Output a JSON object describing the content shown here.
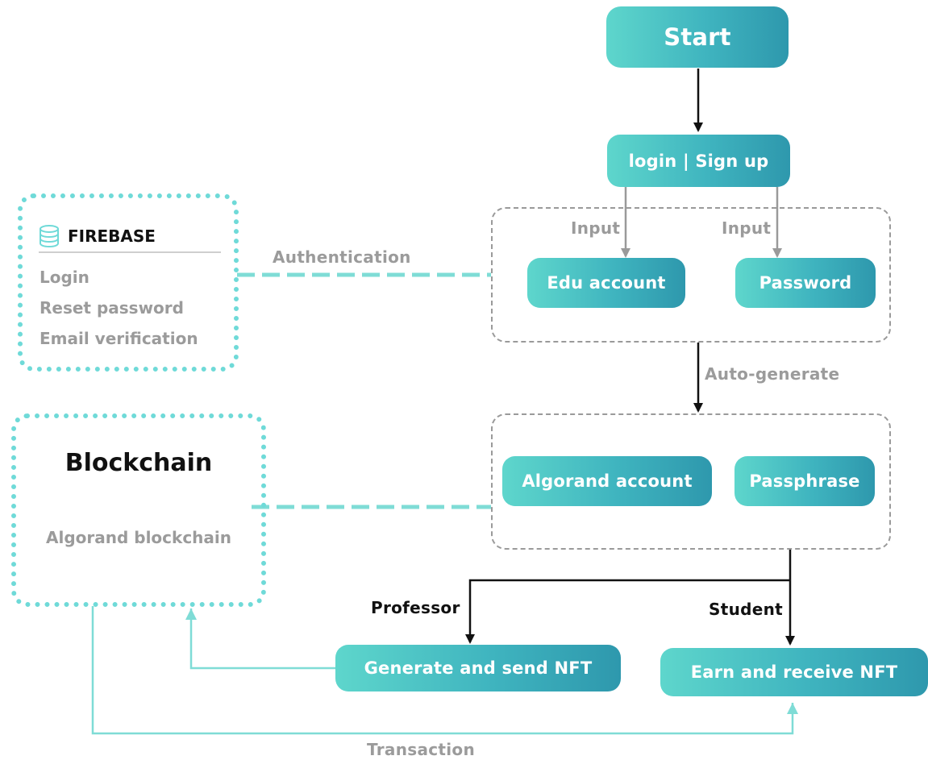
{
  "nodes": {
    "start": "Start",
    "login_signup": "login | Sign up",
    "edu_account": "Edu account",
    "password": "Password",
    "algorand_account": "Algorand account",
    "passphrase": "Passphrase",
    "generate_send_nft": "Generate and send NFT",
    "earn_receive_nft": "Earn and receive NFT"
  },
  "edge_labels": {
    "input_left": "Input",
    "input_right": "Input",
    "authentication": "Authentication",
    "auto_generate": "Auto-generate",
    "professor": "Professor",
    "student": "Student",
    "transaction": "Transaction"
  },
  "firebase": {
    "title": "FIREBASE",
    "icon": "database-icon",
    "items": [
      "Login",
      "Reset password",
      "Email verification"
    ]
  },
  "blockchain": {
    "title": "Blockchain",
    "subtitle": "Algorand blockchain"
  },
  "colors": {
    "accent": "#5ed6cc",
    "accent_dark": "#2e98ad",
    "dotted_border": "#6fdad8",
    "gray_text": "#9b9b9b",
    "arrow_dark": "#111111",
    "arrow_gray": "#9a9a9a",
    "transaction_line": "#7fdcd6"
  }
}
